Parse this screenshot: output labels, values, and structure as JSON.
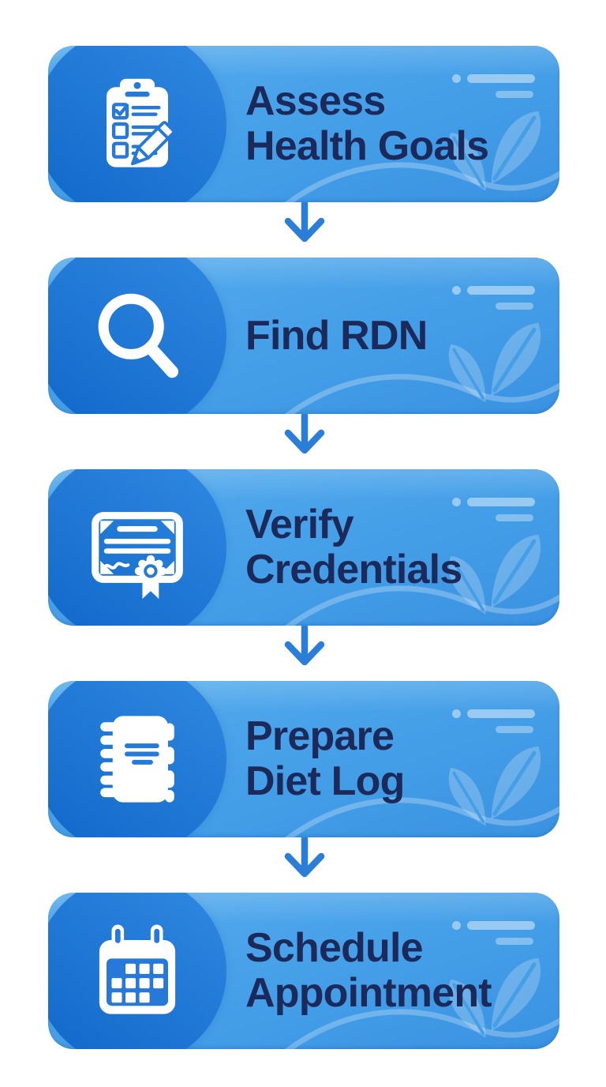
{
  "page": {
    "background": "#FFFFFF",
    "type": "vertical-flowchart-infographic"
  },
  "colors": {
    "page_bg": "#FFFFFF",
    "card_top": "#55ACEE",
    "card_mid": "#46A0E8",
    "card_bottom": "#3A92E2",
    "circle_top": "#2E87E0",
    "circle_bottom": "#1268CA",
    "icon_accent": "#2679D8",
    "title_navy": "#1B2A5A",
    "arrow_blue": "#2B7ED8",
    "decor_strong": "#FFFFFF73",
    "decor_soft": "#FFFFFF59",
    "leaf_fill": "#FFFFFF3B",
    "leaf_vein": "#459FE7",
    "wave_stroke": "#FFFFFF42"
  },
  "flow": {
    "direction": "vertical",
    "connector_icon": "arrow-down-icon",
    "steps": [
      {
        "step": 1,
        "icon": "clipboard-checklist-icon",
        "title_line1": "Assess",
        "title_line2": "Health Goals"
      },
      {
        "step": 2,
        "icon": "search-icon",
        "title_line1": "Find RDN",
        "title_line2": ""
      },
      {
        "step": 3,
        "icon": "certificate-icon",
        "title_line1": "Verify",
        "title_line2": "Credentials"
      },
      {
        "step": 4,
        "icon": "notebook-icon",
        "title_line1": "Prepare",
        "title_line2": "Diet Log"
      },
      {
        "step": 5,
        "icon": "calendar-icon",
        "title_line1": "Schedule",
        "title_line2": "Appointment"
      }
    ]
  }
}
